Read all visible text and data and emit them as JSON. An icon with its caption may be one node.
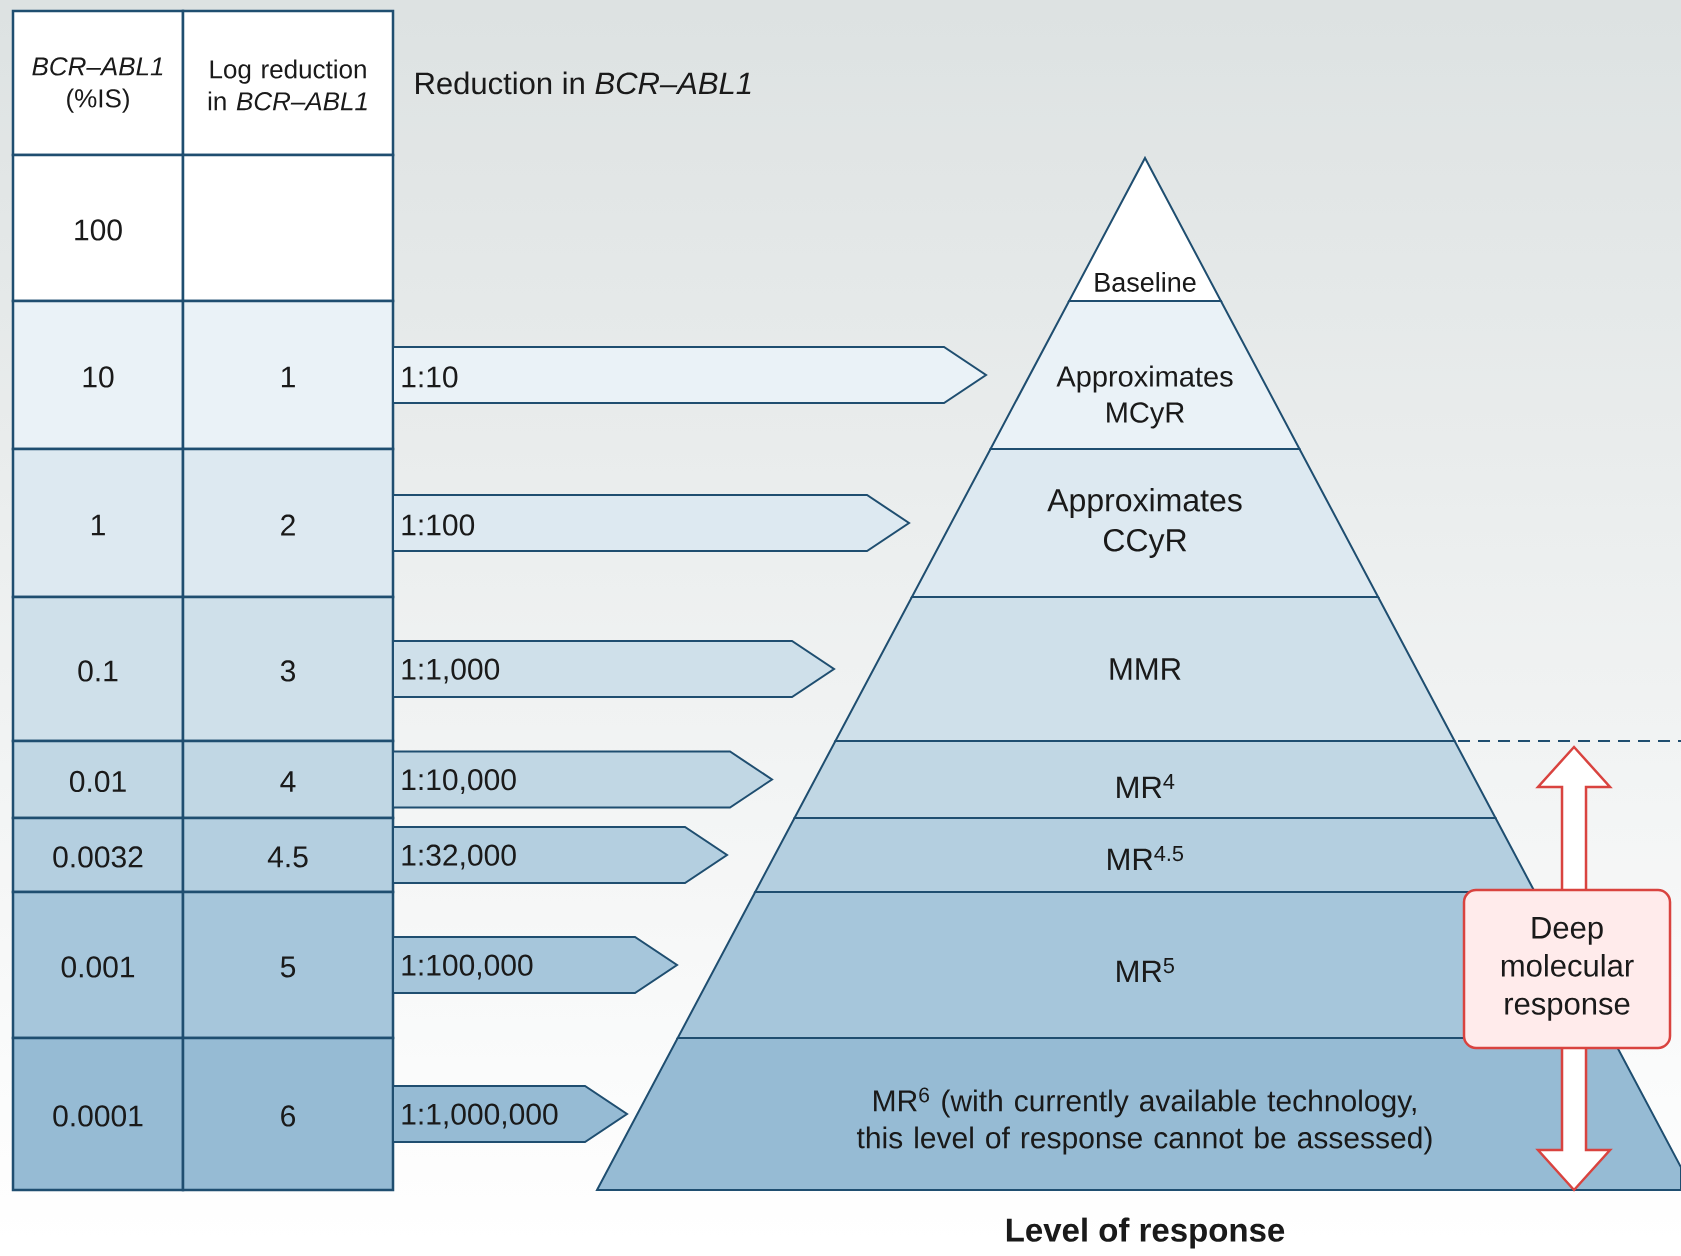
{
  "diagram": {
    "nodes": [
      {
        "text": [
          "1:10"
        ]
      },
      {
        "text": [
          "1:100"
        ]
      },
      {
        "text": [
          "1:1,000"
        ]
      },
      {
        "text": [
          "1:10,000"
        ]
      },
      {
        "text": [
          "1:32,000"
        ]
      },
      {
        "text": [
          "1:100,000"
        ]
      },
      {
        "text": [
          "1:1,000,000"
        ]
      },
      {
        "text": [
          "Baseline"
        ]
      },
      {
        "text": [
          "Approximates MCyR"
        ]
      },
      {
        "text": [
          "Approximates CCyR"
        ]
      },
      {
        "text": [
          "MMR"
        ]
      },
      {
        "text": [
          "MR$^{4}$"
        ]
      },
      {
        "text": [
          "MR$^{4.5}$"
        ]
      },
      {
        "text": [
          "MR$^{5}$"
        ]
      },
      {
        "text": [
          "MR$^{6}$ (with currently available technology, this level of response cannot be assessed)"
        ]
      },
      {
        "text": [
          "Deep molecular response"
        ]
      }
    ],
    "labels": [
      "*BCR–ABL1* (%IS)",
      "Log reduction in *BCR–ABL1*",
      "Reduction in *BCR–ABL1*",
      "100",
      "10",
      "1",
      "1",
      "2",
      "0.1",
      "3",
      "0.01",
      "4",
      "0.0032",
      "4.5",
      "0.001",
      "5",
      "0.0001",
      "6",
      "Level of response"
    ]
  }
}
